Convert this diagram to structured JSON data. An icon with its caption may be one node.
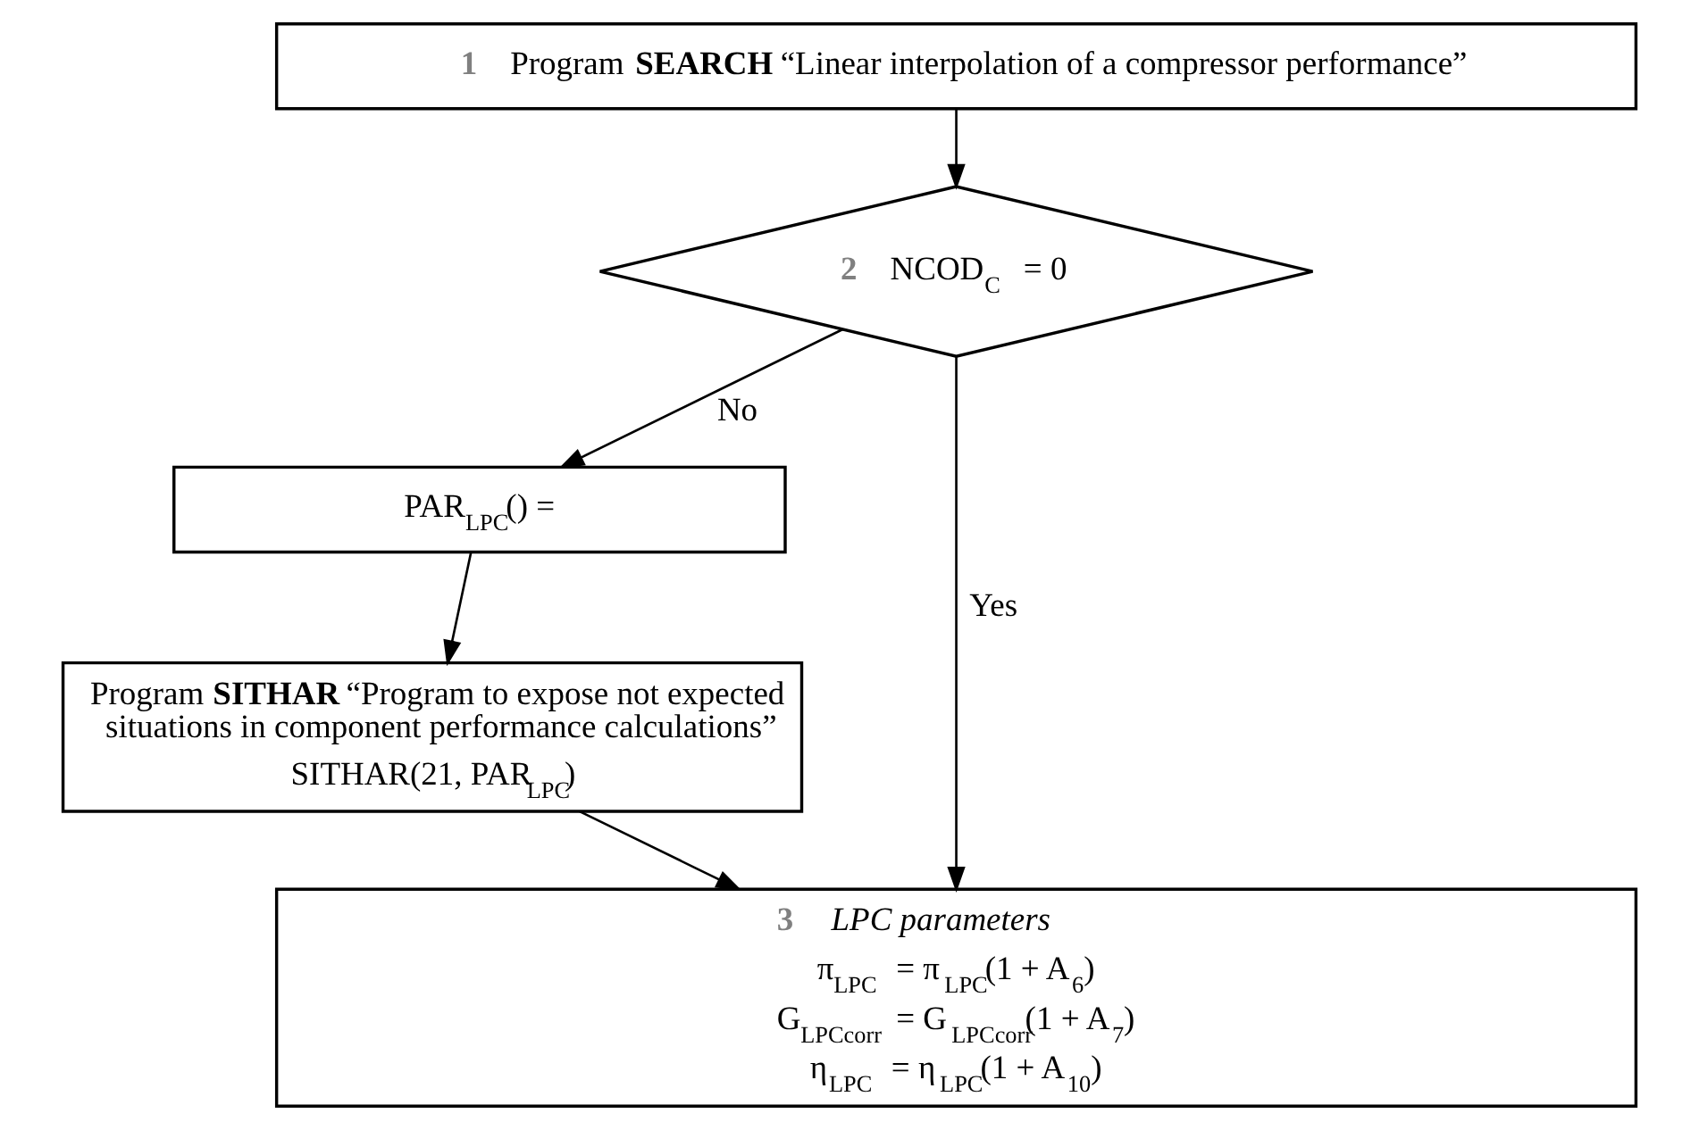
{
  "diagram": {
    "nodes": [
      {
        "text": [
          "1",
          "Program **SEARCH** “Linear interpolation of a compressor performance”"
        ]
      },
      {
        "text": [
          "2",
          "NCOD$_{C}$ = 0"
        ]
      },
      {
        "text": [
          "PAR$_{LPC}$() ="
        ]
      },
      {
        "text": [
          "Program **SITHAR** “Program to expose not expected situations in component performance calculations”",
          "SITHAR(21, PAR$_{LPC}$)"
        ]
      },
      {
        "text": [
          "3",
          "LPC parameters",
          "π$_{LPC}$ = π$_{LPC}$(1 + A$_{6}$)",
          "G$_{LPCcorr}$ = G$_{LPCcorr}$(1 + A$_{7}$)",
          "η$_{LPC}$ = η$_{LPC}$(1 + A$_{10}$)"
        ]
      }
    ],
    "edges": [
      {
        "from": 0,
        "to": 1,
        "arrow": "to"
      },
      {
        "from": 1,
        "to": 2,
        "arrow": "to",
        "label": "No"
      },
      {
        "from": 2,
        "to": 3,
        "arrow": "to"
      },
      {
        "from": 1,
        "to": 4,
        "arrow": "to",
        "label": "Yes"
      },
      {
        "from": 3,
        "to": 4,
        "arrow": "to"
      }
    ]
  }
}
